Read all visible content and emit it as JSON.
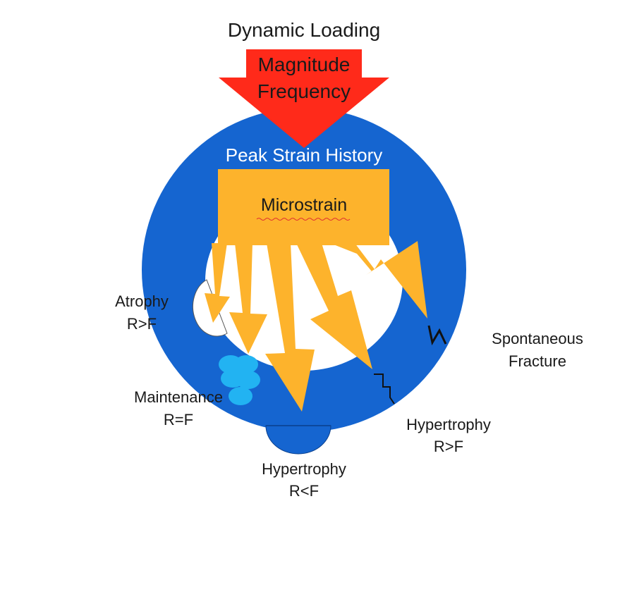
{
  "diagram": {
    "title": "Dynamic Loading",
    "input_arrow": {
      "line1": "Magnitude",
      "line2": "Frequency"
    },
    "ring_label": "Peak Strain History",
    "box_label": "Microstrain",
    "outcomes": {
      "atrophy": {
        "name": "Atrophy",
        "relation": "R>F"
      },
      "maintenance": {
        "name": "Maintenance",
        "relation": "R=F"
      },
      "hypertrophy_bottom": {
        "name": "Hypertrophy",
        "relation": "R<F"
      },
      "hypertrophy_right": {
        "name": "Hypertrophy",
        "relation": "R>F"
      },
      "fracture": {
        "line1": "Spontaneous",
        "line2": "Fracture"
      }
    }
  },
  "colors": {
    "ring": "#1565d0",
    "arrow_red": "#ff2a1a",
    "strain_orange": "#fdb32c",
    "cells": "#22b3f2",
    "crack": "#111111",
    "background": "#ffffff"
  }
}
